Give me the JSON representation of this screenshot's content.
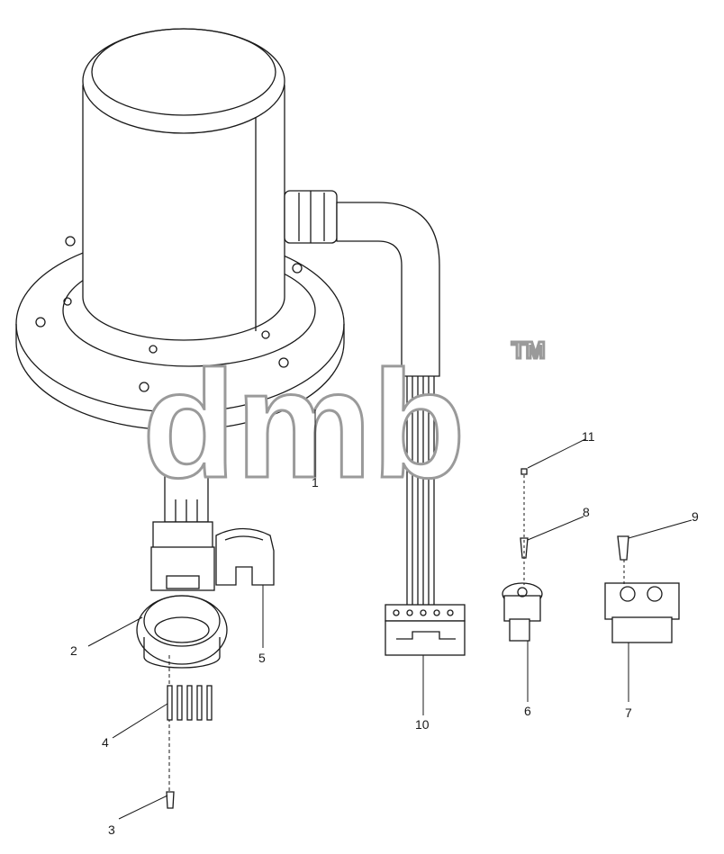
{
  "diagram": {
    "watermark": {
      "text": "dmb",
      "trademark": "TM"
    },
    "callouts": [
      {
        "id": "1",
        "label": "1"
      },
      {
        "id": "2",
        "label": "2"
      },
      {
        "id": "3",
        "label": "3"
      },
      {
        "id": "4",
        "label": "4"
      },
      {
        "id": "5",
        "label": "5"
      },
      {
        "id": "6",
        "label": "6"
      },
      {
        "id": "7",
        "label": "7"
      },
      {
        "id": "8",
        "label": "8"
      },
      {
        "id": "9",
        "label": "9"
      },
      {
        "id": "10",
        "label": "10"
      },
      {
        "id": "11",
        "label": "11"
      }
    ],
    "colors": {
      "line": "#1a1a1a",
      "watermark_outline": "#9a9a9a"
    }
  }
}
